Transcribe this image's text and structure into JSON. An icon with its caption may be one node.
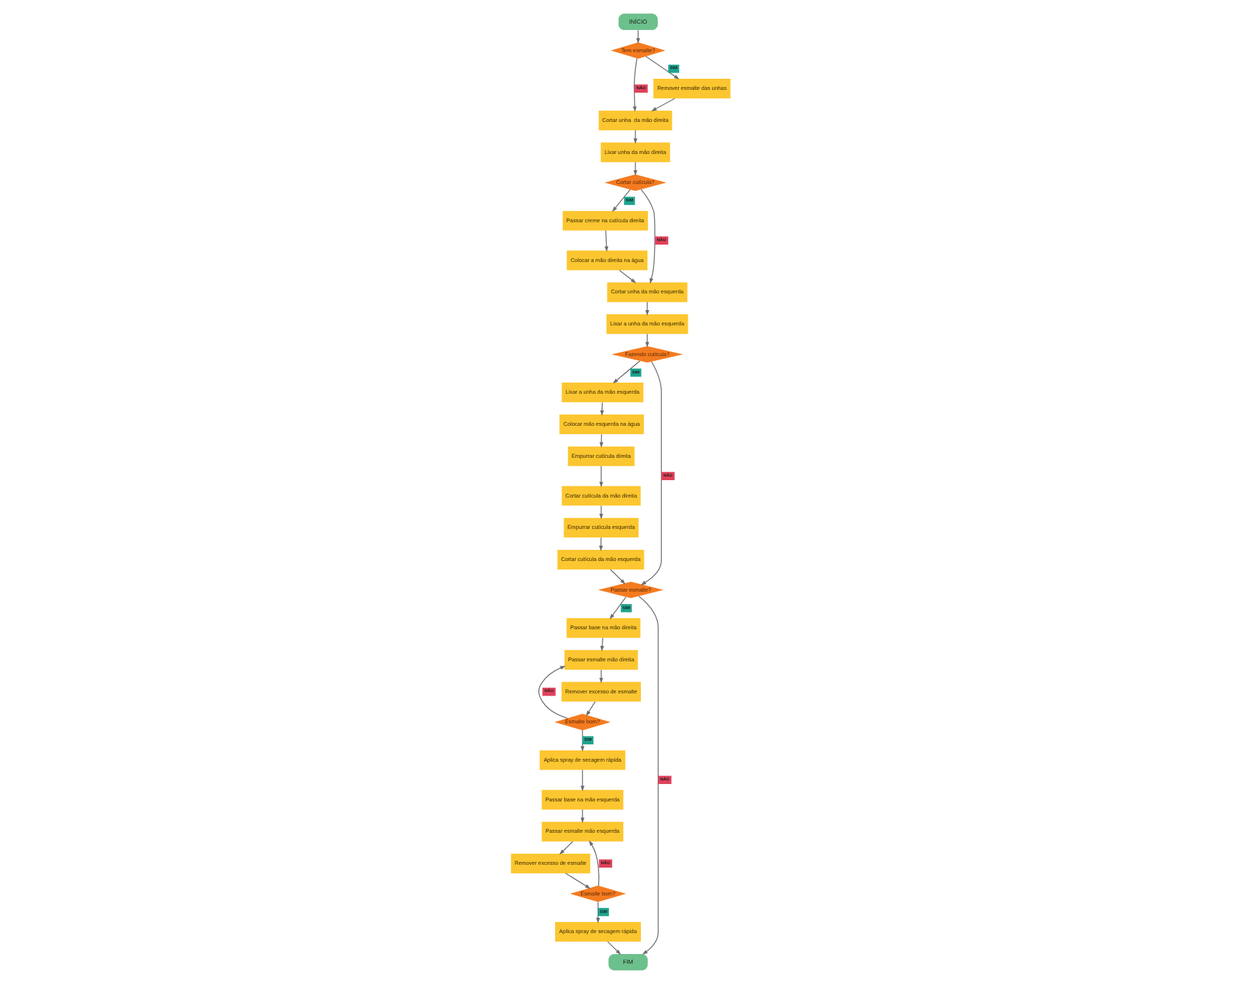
{
  "diagram": {
    "nodes": [
      {
        "text": [
          "INÍCIO"
        ]
      },
      {
        "text": [
          "Cortar cutícula?"
        ]
      },
      {
        "text": [
          "Tem esmalte?"
        ]
      },
      {
        "text": [
          "Colocar a mão direita na água"
        ]
      },
      {
        "text": [
          "Passar creme na cutícula direita"
        ]
      },
      {
        "text": [
          "Lixar unha da mão direita"
        ]
      },
      {
        "text": [
          "Cortar unha  da mão direita"
        ]
      },
      {
        "text": [
          "Passar base na mão esquerda"
        ]
      },
      {
        "text": [
          "Passar esmalte mão esquerda"
        ]
      },
      {
        "text": [
          "Cortar unha da mão esquerda"
        ]
      },
      {
        "text": [
          "Colocar mão esquerda na água"
        ]
      },
      {
        "text": [
          "Empurrar cutícula direita"
        ]
      },
      {
        "text": [
          "Remover esmalte das unhas"
        ]
      },
      {
        "text": [
          "Aplica spray de secagem rápida"
        ]
      },
      {
        "text": [
          "Remover excesso de esmalte"
        ]
      },
      {
        "text": [
          "Lixar a unha da mão esquerda"
        ]
      },
      {
        "text": [
          "Lixar a unha da mão esquerda"
        ]
      },
      {
        "text": [
          "Cortar cutícula da mão direita"
        ]
      },
      {
        "text": [
          "Empurrar cutícula esquerda"
        ]
      },
      {
        "text": [
          "Esmalte bom?"
        ]
      },
      {
        "text": [
          "Esmalte bom?"
        ]
      },
      {
        "text": [
          "Fazendo cutícula?"
        ]
      },
      {
        "text": [
          "Remover excesso de esmalte"
        ]
      },
      {
        "text": [
          "Cortar cutícula da mão esquerda"
        ]
      },
      {
        "text": [
          "Passar esmalte?"
        ]
      },
      {
        "text": [
          "Passar base na mão direita"
        ]
      },
      {
        "text": [
          "Passar esmalte mão direita"
        ]
      },
      {
        "text": [
          "Aplica spray de secagem rápida"
        ]
      },
      {
        "text": [
          "FIM"
        ]
      }
    ],
    "edges": [
      {
        "from": 0,
        "to": 2,
        "arrow": "to"
      },
      {
        "from": 2,
        "to": 6,
        "arrow": "to",
        "label": "NÃO"
      },
      {
        "from": 2,
        "to": 12,
        "arrow": "to",
        "label": "SIM"
      },
      {
        "from": 12,
        "to": 6,
        "arrow": "to"
      },
      {
        "from": 6,
        "to": 5,
        "arrow": "to"
      },
      {
        "from": 5,
        "to": 1,
        "arrow": "to"
      },
      {
        "from": 1,
        "to": 4,
        "arrow": "to",
        "label": "SIM"
      },
      {
        "from": 1,
        "to": 9,
        "arrow": "to",
        "label": "NÃO"
      },
      {
        "from": 4,
        "to": 3,
        "arrow": "to"
      },
      {
        "from": 3,
        "to": 9,
        "arrow": "to"
      },
      {
        "from": 9,
        "to": 15,
        "arrow": "to"
      },
      {
        "from": 15,
        "to": 21,
        "arrow": "to"
      },
      {
        "from": 21,
        "to": 16,
        "arrow": "to",
        "label": "SIM"
      },
      {
        "from": 21,
        "to": 24,
        "arrow": "to",
        "label": "NÃO"
      },
      {
        "from": 16,
        "to": 10,
        "arrow": "to"
      },
      {
        "from": 10,
        "to": 11,
        "arrow": "to"
      },
      {
        "from": 11,
        "to": 17,
        "arrow": "to"
      },
      {
        "from": 17,
        "to": 18,
        "arrow": "to"
      },
      {
        "from": 18,
        "to": 23,
        "arrow": "to"
      },
      {
        "from": 23,
        "to": 24,
        "arrow": "to"
      },
      {
        "from": 24,
        "to": 25,
        "arrow": "to",
        "label": "SIM"
      },
      {
        "from": 24,
        "to": 28,
        "arrow": "to",
        "label": "NÃO"
      },
      {
        "from": 25,
        "to": 26,
        "arrow": "to"
      },
      {
        "from": 26,
        "to": 22,
        "arrow": "to"
      },
      {
        "from": 22,
        "to": 19,
        "arrow": "to"
      },
      {
        "from": 19,
        "to": 13,
        "arrow": "to",
        "label": "SIM"
      },
      {
        "from": 19,
        "to": 26,
        "arrow": "to",
        "label": "NÃO"
      },
      {
        "from": 13,
        "to": 7,
        "arrow": "to"
      },
      {
        "from": 7,
        "to": 8,
        "arrow": "to"
      },
      {
        "from": 8,
        "to": 14,
        "arrow": "to"
      },
      {
        "from": 14,
        "to": 20,
        "arrow": "to"
      },
      {
        "from": 20,
        "to": 27,
        "arrow": "to",
        "label": "SIM"
      },
      {
        "from": 20,
        "to": 8,
        "arrow": "to",
        "label": "NÃO"
      },
      {
        "from": 27,
        "to": 28,
        "arrow": "to"
      }
    ]
  }
}
